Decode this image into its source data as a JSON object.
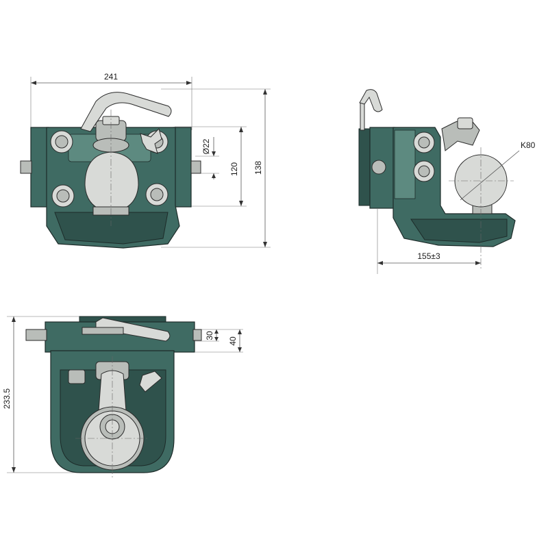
{
  "views": {
    "front": {
      "dim_width": "241",
      "dim_pin_diameter": "Ø22",
      "dim_height_inner": "120",
      "dim_height_outer": "138"
    },
    "side": {
      "dim_ball": "K80",
      "dim_offset": "155±3"
    },
    "top": {
      "dim_length": "233.5",
      "dim_small": "30",
      "dim_large": "40"
    }
  },
  "colors": {
    "body": "#3f6b63",
    "steel": "#d8dad7",
    "line": "#1d2b29"
  }
}
